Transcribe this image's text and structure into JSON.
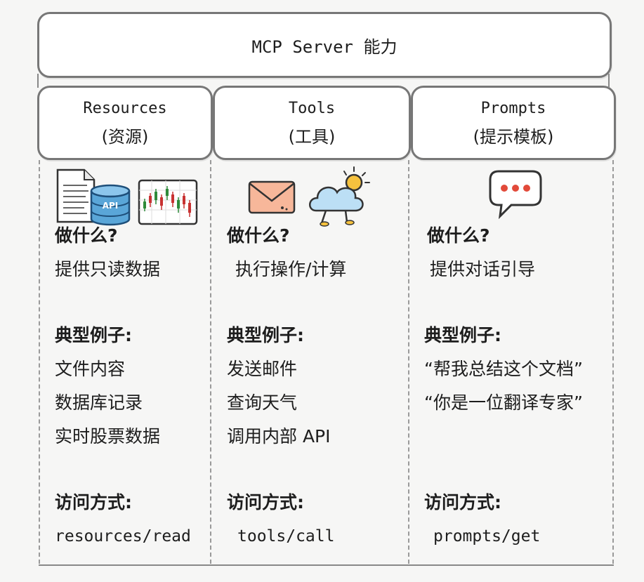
{
  "title": "MCP Server 能力",
  "columns": [
    {
      "name": "Resources",
      "name_cn": "(资源)",
      "what_label": "做什么?",
      "what": "提供只读数据",
      "examples_label": "典型例子:",
      "examples": [
        "文件内容",
        "数据库记录",
        "实时股票数据"
      ],
      "access_label": "访问方式:",
      "access": "resources/read",
      "icons": [
        "document-icon",
        "api-database-icon",
        "stock-chart-icon"
      ],
      "icon_text": "API"
    },
    {
      "name": "Tools",
      "name_cn": "(工具)",
      "what_label": "做什么?",
      "what": "执行操作/计算",
      "examples_label": "典型例子:",
      "examples": [
        "发送邮件",
        "查询天气",
        "调用内部 API"
      ],
      "access_label": "访问方式:",
      "access": "tools/call",
      "icons": [
        "envelope-icon",
        "weather-cloud-icon"
      ]
    },
    {
      "name": "Prompts",
      "name_cn": "(提示模板)",
      "what_label": "做什么?",
      "what": "提供对话引导",
      "examples_label": "典型例子:",
      "examples": [
        "“帮我总结这个文档”",
        "“你是一位翻译专家”"
      ],
      "access_label": "访问方式:",
      "access": "prompts/get",
      "icons": [
        "chat-bubble-icon"
      ]
    }
  ],
  "colors": {
    "border": "#777777",
    "envelope": "#f7b79a",
    "cloud": "#bcdff5",
    "sun": "#f6c23e",
    "database": "#5aa6d8"
  }
}
